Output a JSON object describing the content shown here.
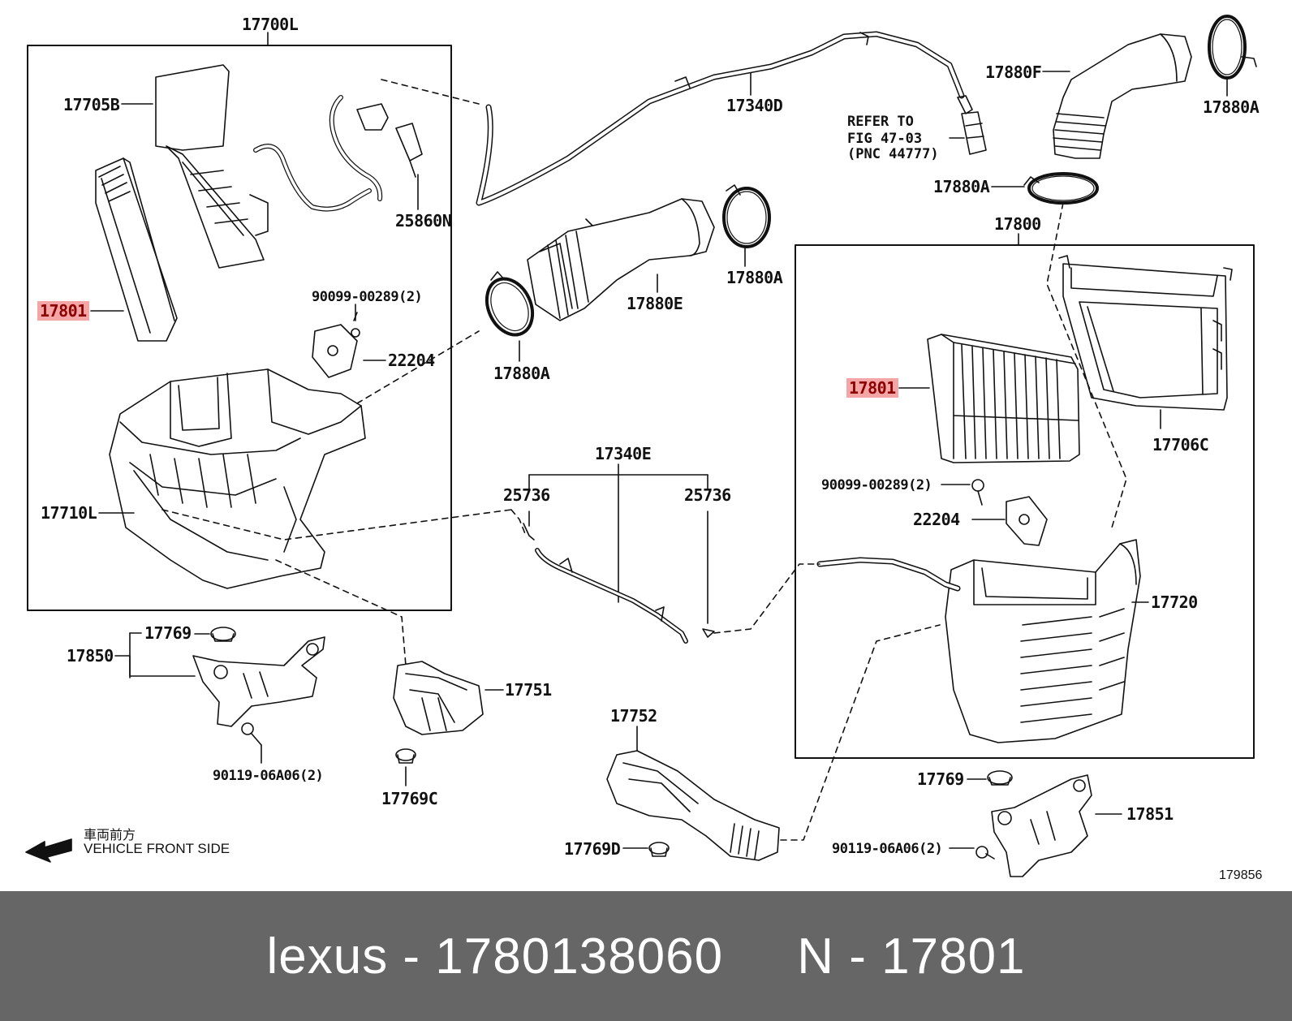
{
  "labels": {
    "a17700L": "17700L",
    "a17705B": "17705B",
    "a17801_left": "17801",
    "a25860N": "25860N",
    "a90099_left": "90099-00289(2)",
    "a22204_left": "22204",
    "a17710L": "17710L",
    "a17340D": "17340D",
    "a17880F": "17880F",
    "a17880A_tr": "17880A",
    "a17880A_mid": "17880A",
    "a17880A_upper": "17880A",
    "a17880A_left": "17880A",
    "a17880E": "17880E",
    "a17800": "17800",
    "a17801_right": "17801",
    "a17706C": "17706C",
    "a90099_right": "90099-00289(2)",
    "a22204_right": "22204",
    "a17720": "17720",
    "a17340E": "17340E",
    "a25736_left": "25736",
    "a25736_right": "25736",
    "a17769_left": "17769",
    "a17850": "17850",
    "a90119_left": "90119-06A06(2)",
    "a17751": "17751",
    "a17769C": "17769C",
    "a17752": "17752",
    "a17769D": "17769D",
    "a17769_right": "17769",
    "a17851": "17851",
    "a90119_right": "90119-06A06(2)"
  },
  "refer": {
    "line1": "REFER TO",
    "line2": "FIG 47-03",
    "line3": "(PNC 44777)"
  },
  "front": {
    "chinese": "車両前方",
    "english": "VEHICLE FRONT SIDE"
  },
  "diagram_id": "179856",
  "footer": {
    "brand": "lexus",
    "part_number": "1780138060",
    "pnc": "N - 17801",
    "full": "lexus - 1780138060     N - 17801"
  },
  "colors": {
    "highlight": "#f4a6a6",
    "footer_bg": "#666666",
    "line": "#111111"
  }
}
